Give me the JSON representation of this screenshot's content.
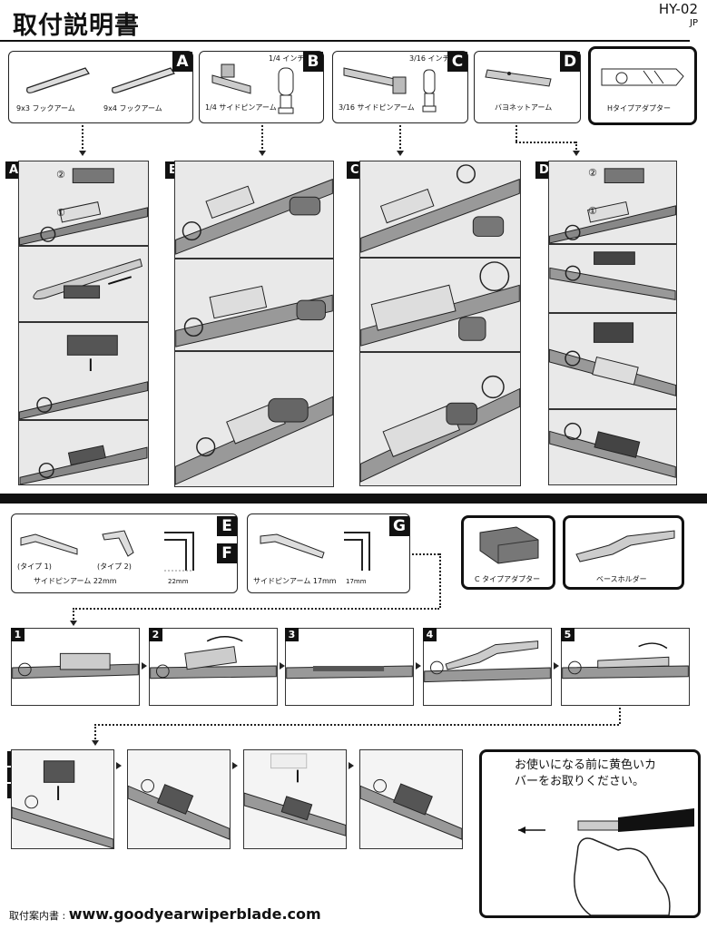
{
  "header": {
    "title": "取付説明書",
    "code": "HY-02",
    "region": "JP"
  },
  "adapters_top": [
    {
      "letter": "A",
      "captions": [
        "9x3 フックアーム",
        "9x4 フックアーム"
      ]
    },
    {
      "letter": "B",
      "dim": "1/4 インチ",
      "caption": "1/4 サイドピンアーム"
    },
    {
      "letter": "C",
      "dim": "3/16 インチ",
      "caption": "3/16 サイドピンアーム"
    },
    {
      "letter": "D",
      "caption": "バヨネットアーム"
    },
    {
      "caption": "Hタイプアダプター"
    }
  ],
  "columns": [
    "A",
    "B",
    "C",
    "D"
  ],
  "callouts": {
    "one": "①",
    "two": "②"
  },
  "adapters_bottom": {
    "ef": {
      "letters": [
        "E",
        "F"
      ],
      "type1": "(タイプ 1)",
      "type2": "(タイプ 2)",
      "caption": "サイドピンアーム 22mm",
      "dim": "22mm"
    },
    "g": {
      "letter": "G",
      "caption": "サイドピンアーム 17mm",
      "dim": "17mm"
    },
    "c_adapter": "C タイプアダプター",
    "base_holder": "ベースホルダー"
  },
  "steps": [
    "1",
    "2",
    "3",
    "4",
    "5"
  ],
  "efg_letters": [
    "E",
    "F",
    "G"
  ],
  "note": {
    "line1": "お使いになる前に黄色いカ",
    "line2": "バーをお取りください。"
  },
  "footer": {
    "label": "取付案内書 : ",
    "url": "www.goodyearwiperblade.com"
  }
}
